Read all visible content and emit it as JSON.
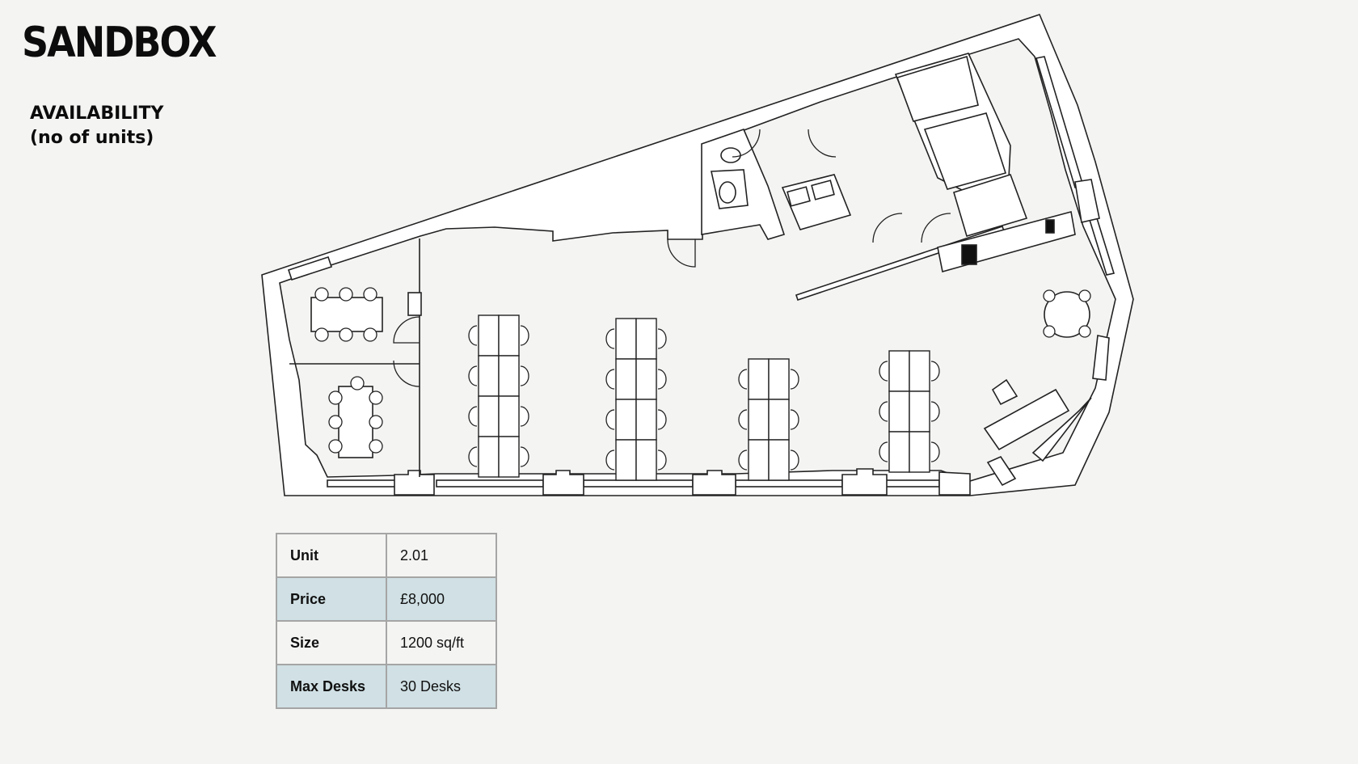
{
  "brand": {
    "name": "SANDBOX"
  },
  "heading": {
    "line1": "AVAILABILITY",
    "line2": "(no of units)"
  },
  "unit_table": {
    "rows": [
      {
        "label": "Unit",
        "value": "2.01"
      },
      {
        "label": "Price",
        "value": "£8,000"
      },
      {
        "label": "Size",
        "value": "1200 sq/ft"
      },
      {
        "label": "Max Desks",
        "value": "30 Desks"
      }
    ]
  },
  "colors": {
    "background": "#f4f4f3",
    "alt_row": "#d0e0e4",
    "plan_fill": "#ffffff",
    "plan_stroke": "#222222"
  }
}
